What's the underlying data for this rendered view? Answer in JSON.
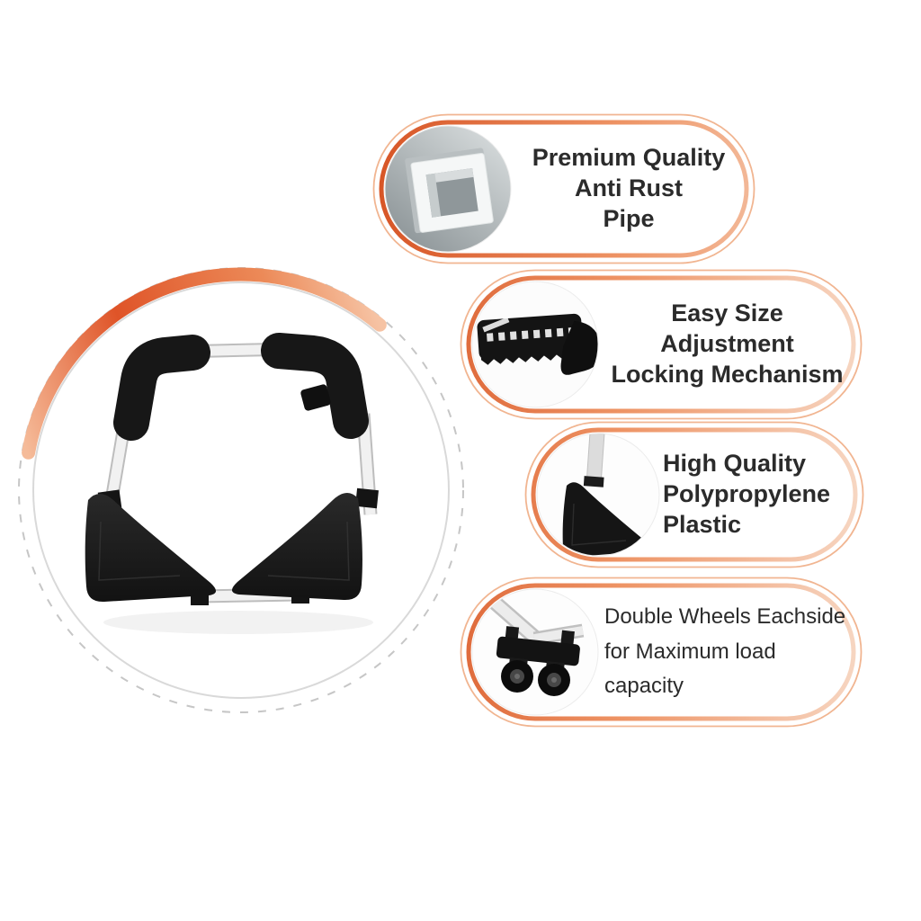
{
  "hero": {
    "image": "adjustable-stand-base-photo"
  },
  "features": [
    {
      "icon": "anti-rust-pipe-photo",
      "lines": [
        "Premium Quality",
        "Anti Rust",
        "Pipe"
      ]
    },
    {
      "icon": "locking-mechanism-photo",
      "lines": [
        "Easy Size",
        "Adjustment",
        "Locking Mechanism"
      ]
    },
    {
      "icon": "polypropylene-corner-photo",
      "lines": [
        "High Quality",
        "Polypropylene",
        "Plastic"
      ]
    },
    {
      "icon": "double-wheels-photo",
      "lines": [
        "Double Wheels Eachside",
        "for Maximum load",
        "capacity"
      ]
    }
  ],
  "colors": {
    "accent_orange_dark": "#dd5a2a",
    "accent_orange_light": "#f8dcc9",
    "text": "#2b2b2b",
    "background": "#ffffff"
  }
}
